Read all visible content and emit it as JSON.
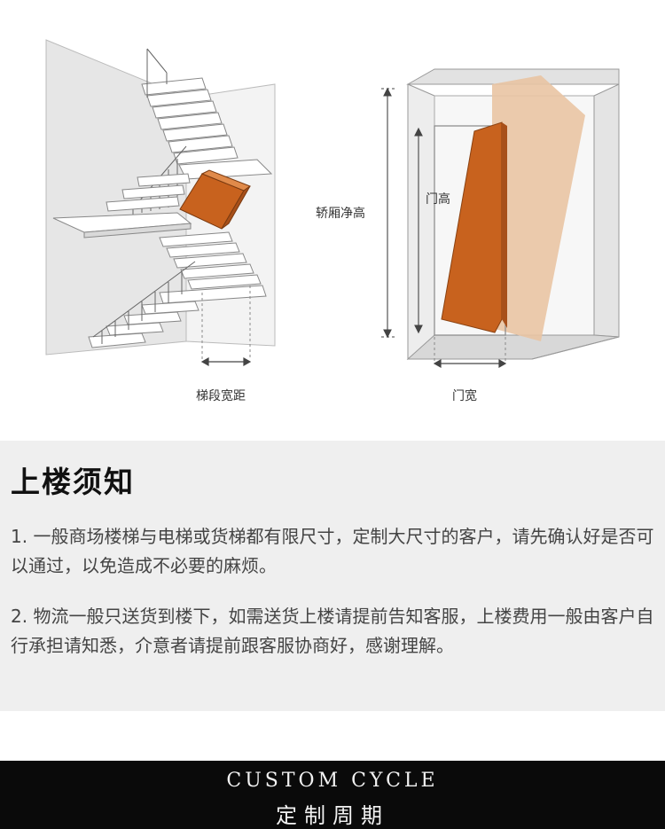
{
  "diagram": {
    "stair_width_label": "梯段宽距",
    "cabin_height_label": "轿厢净高",
    "door_height_label": "门高",
    "door_width_label": "门宽"
  },
  "notice": {
    "title": "上楼须知",
    "items": [
      "1. 一般商场楼梯与电梯或货梯都有限尺寸，定制大尺寸的客户，请先确认好是否可以通过，以免造成不必要的麻烦。",
      "2. 物流一般只送货到楼下，如需送货上楼请提前告知客服，上楼费用一般由客户自行承担请知悉，介意者请提前跟客服协商好，感谢理解。"
    ]
  },
  "footer": {
    "title_en": "CUSTOM CYCLE",
    "title_zh": "定制周期"
  },
  "colors": {
    "box_dark": "#c8621e",
    "box_light": "#e9c4a3",
    "footer_bg": "#0a0a0a",
    "notice_bg": "#efefef"
  }
}
